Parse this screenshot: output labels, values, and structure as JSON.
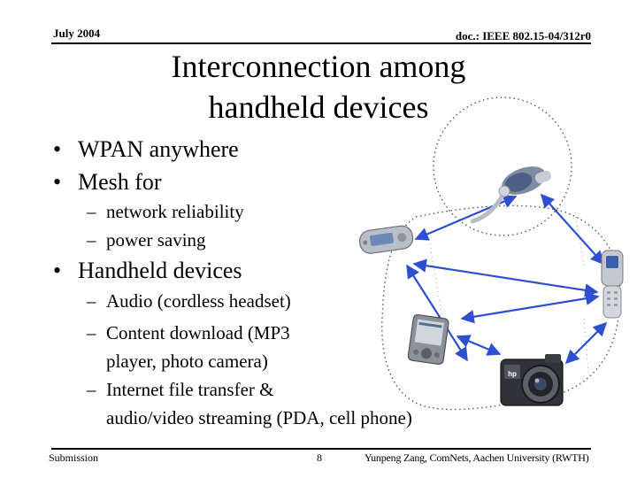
{
  "header": {
    "date": "July 2004",
    "doc_id": "doc.: IEEE 802.15-04/312r0"
  },
  "title": {
    "line1": "Interconnection among",
    "line2": "handheld devices"
  },
  "bullets": {
    "b1": "WPAN anywhere",
    "b2": "Mesh for",
    "b2_sub1": "network reliability",
    "b2_sub2": "power saving",
    "b3": "Handheld devices",
    "b3_sub1": "Audio (cordless headset)",
    "b3_sub2_line1": "Content download (MP3",
    "b3_sub2_line2": "player, photo camera)",
    "b3_sub3_line1": "Internet file transfer &",
    "b3_sub3_line2": "audio/video streaming (PDA, cell phone)"
  },
  "glyphs": {
    "bullet": "•",
    "dash": "–"
  },
  "footer": {
    "left": "Submission",
    "page": "8",
    "author": "Yunpeng Zang, ComNets, Aachen University (RWTH)"
  },
  "diagram": {
    "devices": [
      "headset-icon",
      "mp3-player-icon",
      "cell-phone-icon",
      "pda-icon",
      "camera-icon"
    ],
    "camera_brand": "hp",
    "arrow_color": "#2d4fd0"
  }
}
